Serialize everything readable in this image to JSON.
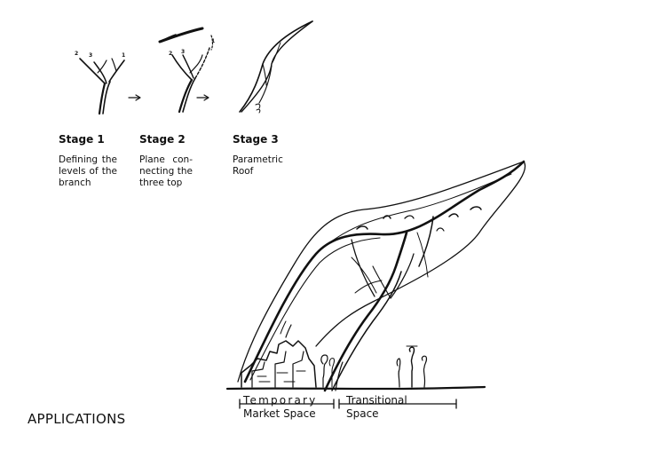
{
  "stages": [
    {
      "title": "Stage 1",
      "description": "Defining the levels of the branch",
      "branch_numbers": [
        "2",
        "3",
        "1"
      ]
    },
    {
      "title": "Stage 2",
      "description": "Plane con-necting the three top",
      "branch_numbers": [
        "2",
        "3",
        "1"
      ]
    },
    {
      "title": "Stage 3",
      "description": "Parametric Roof"
    }
  ],
  "labels": {
    "temporary_line1": "Temporary",
    "temporary_line2": "Market Space",
    "transitional_line1": "Transitional",
    "transitional_line2": "Space"
  },
  "section_title": "APPLICATIONS"
}
